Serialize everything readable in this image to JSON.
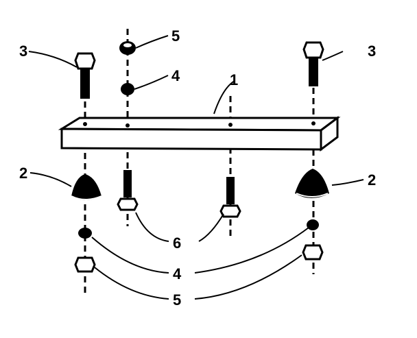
{
  "diagram": {
    "callouts": {
      "bracket": "1",
      "leg_left": "2",
      "leg_right": "2",
      "bolt_left": "3",
      "bolt_right": "3",
      "washer_top": "4",
      "washer_bottom": "4",
      "nut_top": "5",
      "nut_bottom": "5",
      "stud": "6"
    }
  }
}
